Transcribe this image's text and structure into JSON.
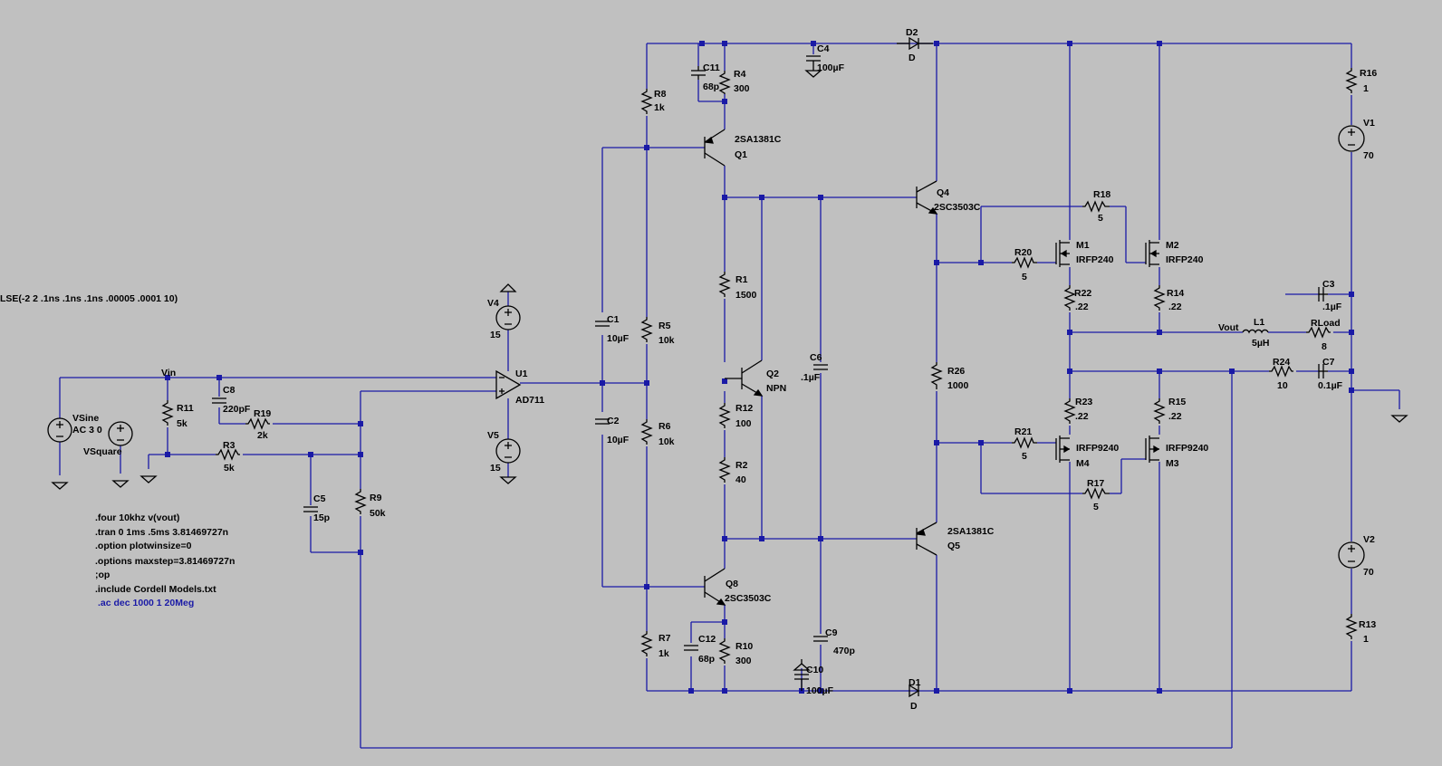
{
  "components": [
    {
      "id": "R8",
      "value": "1k"
    },
    {
      "id": "C11",
      "value": "68p"
    },
    {
      "id": "R4",
      "value": "300"
    },
    {
      "id": "C4",
      "value": "100µF"
    },
    {
      "id": "D2",
      "value": "D"
    },
    {
      "id": "Q1",
      "value": "2SA1381C"
    },
    {
      "id": "Q4",
      "value": "2SC3503C"
    },
    {
      "id": "R18",
      "value": "5"
    },
    {
      "id": "R16",
      "value": "1"
    },
    {
      "id": "V1",
      "value": "70"
    },
    {
      "id": "M1",
      "value": "IRFP240"
    },
    {
      "id": "M2",
      "value": "IRFP240"
    },
    {
      "id": "R20",
      "value": "5"
    },
    {
      "id": "R22",
      "value": ".22"
    },
    {
      "id": "R14",
      "value": ".22"
    },
    {
      "id": "C3",
      "value": ".1µF"
    },
    {
      "id": "L1",
      "value": "5µH"
    },
    {
      "id": "RLoad",
      "value": "8"
    },
    {
      "id": "R24",
      "value": "10"
    },
    {
      "id": "C7",
      "value": "0.1µF"
    },
    {
      "id": "R1",
      "value": "1500"
    },
    {
      "id": "C1",
      "value": "10µF"
    },
    {
      "id": "R5",
      "value": "10k"
    },
    {
      "id": "V4",
      "value": "15"
    },
    {
      "id": "U1",
      "value": "AD711"
    },
    {
      "id": "Q2",
      "value": "NPN"
    },
    {
      "id": "C6",
      "value": ".1µF"
    },
    {
      "id": "R26",
      "value": "1000"
    },
    {
      "id": "R12",
      "value": "100"
    },
    {
      "id": "C2",
      "value": "10µF"
    },
    {
      "id": "R6",
      "value": "10k"
    },
    {
      "id": "V5",
      "value": "15"
    },
    {
      "id": "R23",
      "value": ".22"
    },
    {
      "id": "R15",
      "value": ".22"
    },
    {
      "id": "R21",
      "value": "5"
    },
    {
      "id": "M4",
      "value": "IRFP9240"
    },
    {
      "id": "M3",
      "value": "IRFP9240"
    },
    {
      "id": "R17",
      "value": "5"
    },
    {
      "id": "R2",
      "value": "40"
    },
    {
      "id": "Q5",
      "value": "2SA1381C"
    },
    {
      "id": "Q8",
      "value": "2SC3503C"
    },
    {
      "id": "V2",
      "value": "70"
    },
    {
      "id": "R13",
      "value": "1"
    },
    {
      "id": "R7",
      "value": "1k"
    },
    {
      "id": "C12",
      "value": "68p"
    },
    {
      "id": "R10",
      "value": "300"
    },
    {
      "id": "C9",
      "value": "470p"
    },
    {
      "id": "C10",
      "value": "100µF"
    },
    {
      "id": "D1",
      "value": "D"
    },
    {
      "id": "R11",
      "value": "5k"
    },
    {
      "id": "C8",
      "value": "220pF"
    },
    {
      "id": "R19",
      "value": "2k"
    },
    {
      "id": "R3",
      "value": "5k"
    },
    {
      "id": "C5",
      "value": "15p"
    },
    {
      "id": "R9",
      "value": "50k"
    },
    {
      "id": "VSine",
      "value": "AC 3 0"
    },
    {
      "id": "VSquare",
      "value": ""
    }
  ],
  "nets": {
    "vin": "Vin",
    "vout": "Vout"
  },
  "pulse_fragment": "LSE(-2 2 .1ns .1ns .1ns .00005 .0001 10)",
  "directives": [
    ".four 10khz v(vout)",
    ".tran 0 1ms .5ms 3.81469727n",
    ".option plotwinsize=0",
    ".options maxstep=3.81469727n",
    ";op",
    ".include Cordell Models.txt"
  ],
  "active_directive": ".ac dec 1000 1 20Meg",
  "colors": {
    "background": "#c0c0c0",
    "wire": "#1a1aa6",
    "component": "#000000",
    "text": "#000000",
    "active_directive": "#1a1aa6"
  }
}
